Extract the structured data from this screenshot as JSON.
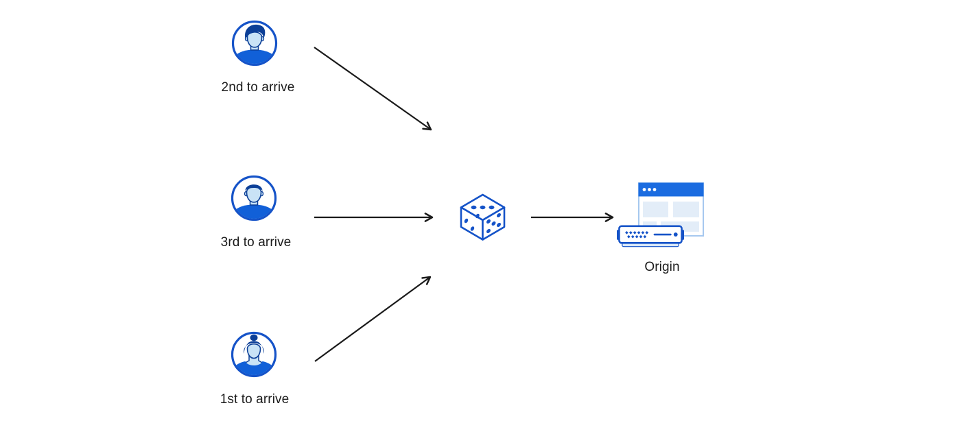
{
  "diagram": {
    "clients": [
      {
        "label": "2nd to arrive",
        "icon": "avatar-man-side-swept-hair-icon"
      },
      {
        "label": "3rd to arrive",
        "icon": "avatar-man-flat-top-hair-icon"
      },
      {
        "label": "1st to arrive",
        "icon": "avatar-woman-bun-hair-icon"
      }
    ],
    "router": {
      "icon": "dice-icon"
    },
    "origin": {
      "label": "Origin",
      "icons": [
        "browser-window-icon",
        "server-icon"
      ]
    },
    "arrows": [
      {
        "from": "2nd to arrive",
        "to": "dice"
      },
      {
        "from": "3rd to arrive",
        "to": "dice"
      },
      {
        "from": "1st to arrive",
        "to": "dice"
      },
      {
        "from": "dice",
        "to": "Origin"
      }
    ],
    "colors": {
      "outline_blue": "#1553c8",
      "hair_navy": "#0c3f97",
      "skin_light_blue": "#c9e3f6",
      "shirt_blue": "#1160d8",
      "browser_titlebar_blue": "#1b6ce0",
      "browser_border_light": "#a6c8ef",
      "panel_light_blue": "#e3edf8",
      "arrow_black": "#1a1a1a",
      "label_text": "#1b1b1b",
      "background": "#ffffff"
    }
  }
}
